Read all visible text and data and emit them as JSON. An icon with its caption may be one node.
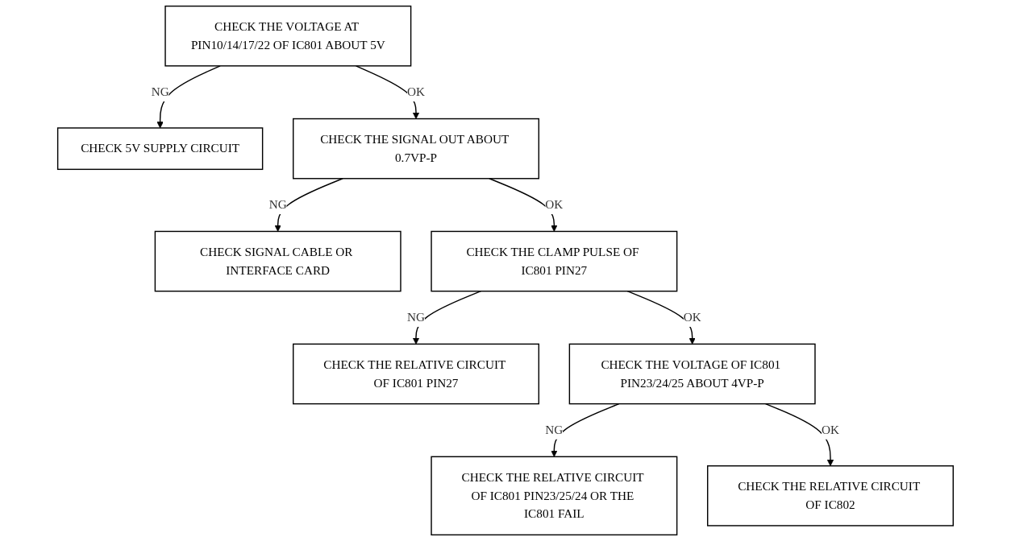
{
  "diagram": {
    "nodes": [
      {
        "text": [
          "CHECK THE VOLTAGE AT PIN10/14/17/22 OF IC801 ABOUT 5V"
        ]
      },
      {
        "text": [
          "CHECK 5V SUPPLY CIRCUIT"
        ]
      },
      {
        "text": [
          "CHECK THE SIGNAL OUT ABOUT 0.7VP-P"
        ]
      },
      {
        "text": [
          "CHECK SIGNAL CABLE OR INTERFACE CARD"
        ]
      },
      {
        "text": [
          "CHECK THE CLAMP PULSE OF IC801 PIN27"
        ]
      },
      {
        "text": [
          "CHECK THE RELATIVE CIRCUIT OF IC801 PIN27"
        ]
      },
      {
        "text": [
          "CHECK THE VOLTAGE OF IC801 PIN23/24/25 ABOUT 4VP-P"
        ]
      },
      {
        "text": [
          "CHECK THE RELATIVE CIRCUIT OF IC801 PIN23/25/24 OR THE IC801 FAIL"
        ]
      },
      {
        "text": [
          "CHECK THE RELATIVE CIRCUIT OF IC802"
        ]
      }
    ],
    "edges": [
      {
        "from": 0,
        "to": 1,
        "arrow": "to",
        "label": "NG"
      },
      {
        "from": 0,
        "to": 2,
        "arrow": "to",
        "label": "OK"
      },
      {
        "from": 2,
        "to": 3,
        "arrow": "to",
        "label": "NG"
      },
      {
        "from": 2,
        "to": 4,
        "arrow": "to",
        "label": "OK"
      },
      {
        "from": 4,
        "to": 5,
        "arrow": "to",
        "label": "NG"
      },
      {
        "from": 4,
        "to": 6,
        "arrow": "to",
        "label": "OK"
      },
      {
        "from": 6,
        "to": 7,
        "arrow": "to",
        "label": "NG"
      },
      {
        "from": 6,
        "to": 8,
        "arrow": "to",
        "label": "OK"
      }
    ]
  }
}
